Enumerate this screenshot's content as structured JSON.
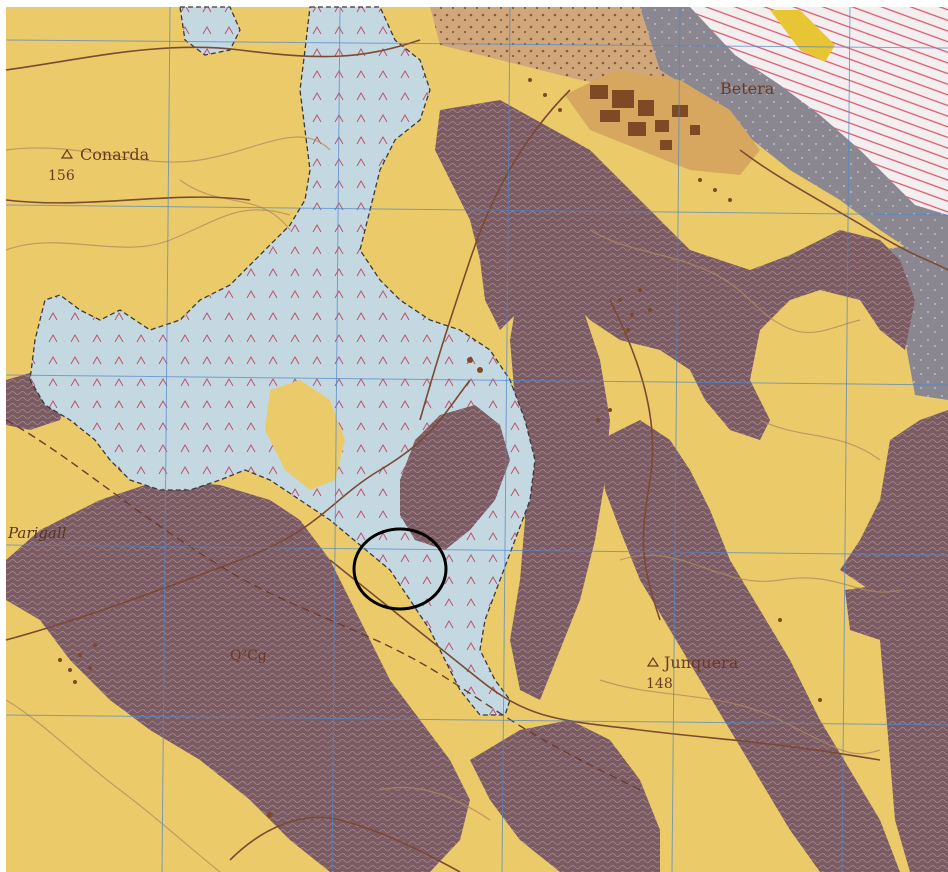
{
  "map": {
    "labels": {
      "conarda": "Conarda",
      "conarda_elev": "156",
      "betera": "Betera",
      "junquera": "Junquera",
      "junquera_elev": "148",
      "parigall": "Parigall",
      "unit_code": "Q²Cg"
    },
    "colors": {
      "yellow_unit": "#ebca6a",
      "purple_unit": "#7b5b63",
      "light_blue_unit": "#c4d8e2",
      "grey_unit": "#8a8790",
      "gravel_unit": "#d8b57a",
      "grid": "#4f86c9",
      "annotation_circle": "#000000"
    },
    "icons": [
      "triangle-benchmark-icon"
    ],
    "annotation": "circled-area"
  }
}
